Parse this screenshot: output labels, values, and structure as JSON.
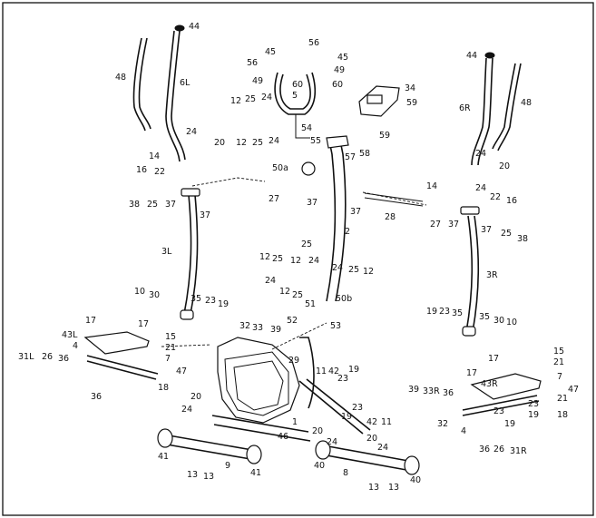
{
  "labels": [
    "1",
    "4",
    "5",
    "6L",
    "6R",
    "7",
    "8",
    "9",
    "10",
    "11",
    "12",
    "13",
    "14",
    "15",
    "16",
    "17",
    "18",
    "19",
    "20",
    "21",
    "22",
    "23",
    "24",
    "25",
    "26",
    "27",
    "28",
    "29",
    "30",
    "31L",
    "31R",
    "32",
    "33",
    "33R",
    "34",
    "35",
    "36",
    "37",
    "38",
    "39",
    "40",
    "41",
    "42",
    "43L",
    "43R",
    "44",
    "45",
    "46",
    "47",
    "48",
    "49",
    "50a",
    "50b",
    "51",
    "52",
    "53",
    "54",
    "55",
    "56",
    "57",
    "58",
    "59",
    "60",
    "3L",
    "3R",
    "2"
  ]
}
